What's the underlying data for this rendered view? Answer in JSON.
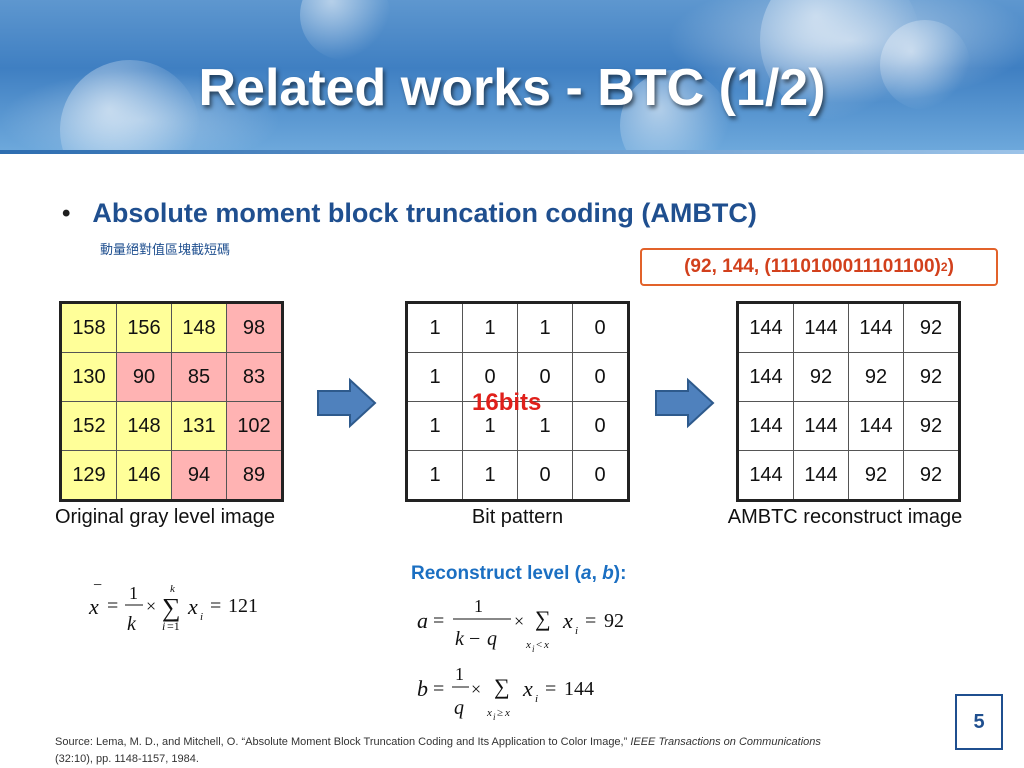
{
  "slide": {
    "title": "Related works - BTC (1/2)",
    "bullet": "Absolute moment block truncation coding (AMBTC)",
    "bullet_sub": "動量絕對值區塊截短碼",
    "code": "(92, 144, (1110100011101100)",
    "code_sub": "2",
    "code_close": ")",
    "bits_label": "16bits",
    "page_number": "5"
  },
  "tables": {
    "original": {
      "caption": "Original gray level image",
      "rows": [
        [
          "158",
          "156",
          "148",
          "98"
        ],
        [
          "130",
          "90",
          "85",
          "83"
        ],
        [
          "152",
          "148",
          "131",
          "102"
        ],
        [
          "129",
          "146",
          "94",
          "89"
        ]
      ],
      "colors": [
        [
          "y",
          "y",
          "y",
          "p"
        ],
        [
          "y",
          "p",
          "p",
          "p"
        ],
        [
          "y",
          "y",
          "y",
          "p"
        ],
        [
          "y",
          "y",
          "p",
          "p"
        ]
      ]
    },
    "bitpattern": {
      "caption": "Bit pattern",
      "rows": [
        [
          "1",
          "1",
          "1",
          "0"
        ],
        [
          "1",
          "0",
          "0",
          "0"
        ],
        [
          "1",
          "1",
          "1",
          "0"
        ],
        [
          "1",
          "1",
          "0",
          "0"
        ]
      ]
    },
    "reconstruct": {
      "caption": "AMBTC reconstruct image",
      "rows": [
        [
          "144",
          "144",
          "144",
          "92"
        ],
        [
          "144",
          "92",
          "92",
          "92"
        ],
        [
          "144",
          "144",
          "144",
          "92"
        ],
        [
          "144",
          "144",
          "92",
          "92"
        ]
      ]
    }
  },
  "reconstruct_level": {
    "prefix": "Reconstruct level (",
    "a": "a",
    "sep": ", ",
    "b": "b",
    "suffix": "):"
  },
  "formulas": {
    "mean_value": "121",
    "a_value": "92",
    "b_value": "144"
  },
  "source": {
    "text": "Source: Lema, M. D., and Mitchell, O. “Absolute Moment Block Truncation Coding and Its Application to Color Image,” ",
    "journal": "IEEE Transactions on Communications",
    "details": "(32:10), pp. 1148-1157, 1984."
  },
  "colors": {
    "yellow_cell": "#ffff99",
    "pink_cell": "#ffb3b3",
    "accent_red": "#e0201b",
    "title_blue": "#1f4f8f"
  }
}
